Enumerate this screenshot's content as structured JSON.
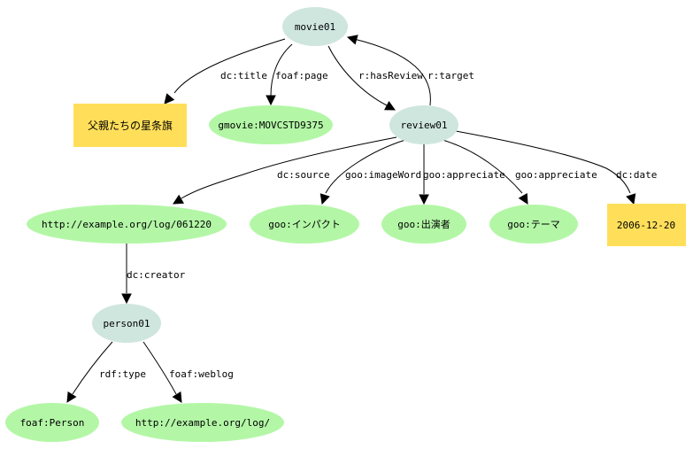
{
  "colors": {
    "resource_node": "#cfe6df",
    "uri_node": "#b3f7a6",
    "literal_node": "#ffdf5a",
    "edge": "#000000"
  },
  "nodes": {
    "movie01": {
      "label": "movie01",
      "kind": "resource"
    },
    "title_literal": {
      "label": "父親たちの星条旗",
      "kind": "literal"
    },
    "gmovie": {
      "label": "gmovie:MOVCSTD9375",
      "kind": "uri"
    },
    "review01": {
      "label": "review01",
      "kind": "resource"
    },
    "log061220": {
      "label": "http://example.org/log/061220",
      "kind": "uri"
    },
    "goo_impact": {
      "label": "goo:インパクト",
      "kind": "uri"
    },
    "goo_cast": {
      "label": "goo:出演者",
      "kind": "uri"
    },
    "goo_theme": {
      "label": "goo:テーマ",
      "kind": "uri"
    },
    "date_literal": {
      "label": "2006-12-20",
      "kind": "literal"
    },
    "person01": {
      "label": "person01",
      "kind": "resource"
    },
    "foaf_person": {
      "label": "foaf:Person",
      "kind": "uri"
    },
    "log_root": {
      "label": "http://example.org/log/",
      "kind": "uri"
    }
  },
  "edges": {
    "movie_title": {
      "label": "dc:title",
      "from": "movie01",
      "to": "title_literal"
    },
    "movie_page": {
      "label": "foaf:page",
      "from": "movie01",
      "to": "gmovie"
    },
    "movie_review": {
      "label": "r:hasReview",
      "from": "movie01",
      "to": "review01"
    },
    "review_target": {
      "label": "r:target",
      "from": "review01",
      "to": "movie01"
    },
    "review_source": {
      "label": "dc:source",
      "from": "review01",
      "to": "log061220"
    },
    "review_imageword": {
      "label": "goo:imageWord",
      "from": "review01",
      "to": "goo_impact"
    },
    "review_appreciate1": {
      "label": "goo:appreciate",
      "from": "review01",
      "to": "goo_cast"
    },
    "review_appreciate2": {
      "label": "goo:appreciate",
      "from": "review01",
      "to": "goo_theme"
    },
    "review_date": {
      "label": "dc:date",
      "from": "review01",
      "to": "date_literal"
    },
    "log_creator": {
      "label": "dc:creator",
      "from": "log061220",
      "to": "person01"
    },
    "person_type": {
      "label": "rdf:type",
      "from": "person01",
      "to": "foaf_person"
    },
    "person_weblog": {
      "label": "foaf:weblog",
      "from": "person01",
      "to": "log_root"
    }
  }
}
